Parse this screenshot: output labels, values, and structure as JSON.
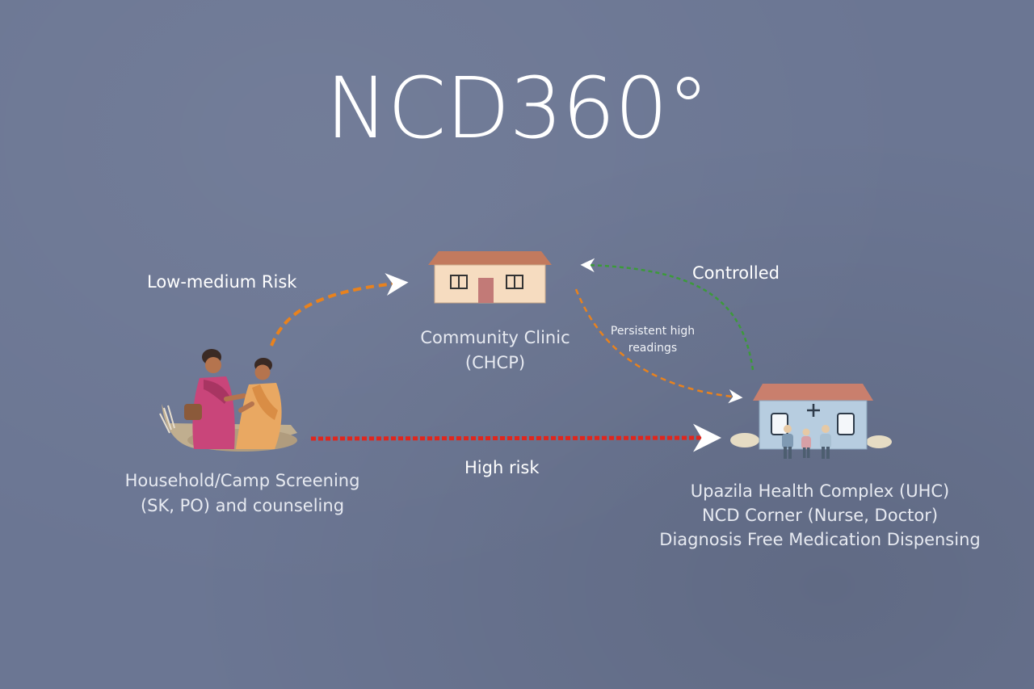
{
  "title": "NCD360°",
  "nodes": {
    "household": {
      "lines": [
        "Household/Camp Screening",
        "(SK, PO) and counseling"
      ],
      "icon": "women-talking-illustration"
    },
    "clinic": {
      "lines": [
        "Community Clinic",
        "(CHCP)"
      ],
      "icon": "clinic-house-icon"
    },
    "uhc": {
      "lines": [
        "Upazila Health Complex (UHC)",
        "NCD Corner (Nurse, Doctor)",
        "Diagnosis Free Medication Dispensing"
      ],
      "icon": "health-complex-icon"
    }
  },
  "edges": {
    "low_medium": {
      "label": "Low-medium Risk",
      "color": "#e8821e"
    },
    "persistent": {
      "label_lines": [
        "Persistent high",
        "readings"
      ],
      "color": "#e8821e"
    },
    "controlled": {
      "label": "Controlled",
      "color": "#3c9a3a"
    },
    "high_risk": {
      "label": "High risk",
      "color": "#e0261d"
    }
  }
}
